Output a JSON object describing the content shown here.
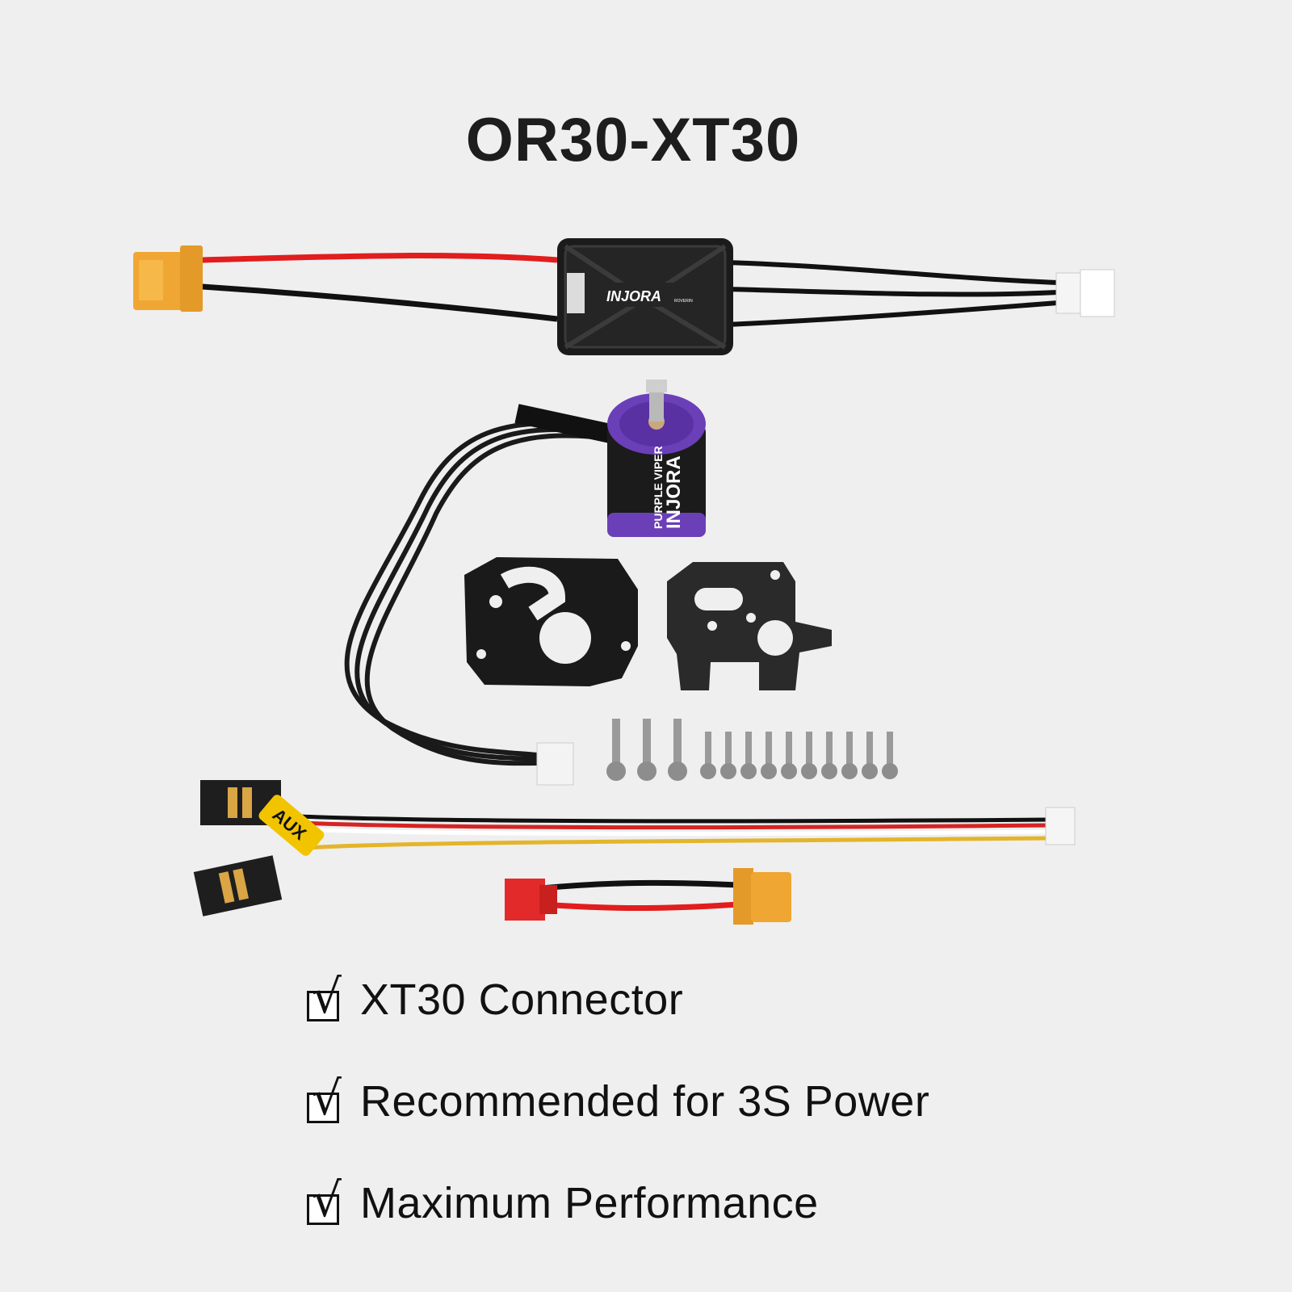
{
  "title": "OR30-XT30",
  "brand": {
    "esc_label": "INJORA",
    "esc_sub": "ROVERIN",
    "motor_brand": "INJORA",
    "motor_model": "PURPLE VIPER",
    "aux_tag": "AUX"
  },
  "features": [
    {
      "label": "XT30 Connector"
    },
    {
      "label": "Recommended for 3S Power"
    },
    {
      "label": "Maximum Performance"
    }
  ],
  "colors": {
    "background": "#efefef",
    "connector_orange": "#f0a632",
    "wire_red": "#e11d1d",
    "motor_purple": "#6b3fb8",
    "jst_red": "#e32a2a"
  }
}
